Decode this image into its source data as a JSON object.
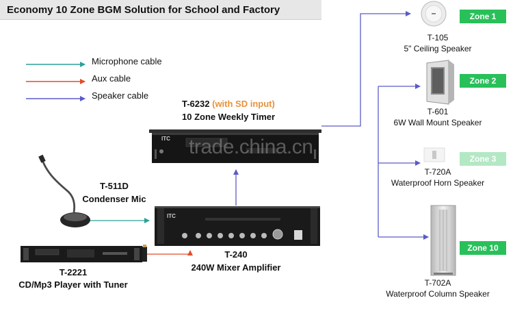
{
  "title": "Economy 10 Zone BGM Solution for School and Factory",
  "legend": [
    {
      "label": "Microphone cable",
      "color": "#2aa198"
    },
    {
      "label": "Aux cable",
      "color": "#e24b2c"
    },
    {
      "label": "Speaker cable",
      "color": "#5a5ac8"
    }
  ],
  "devices": {
    "timer": {
      "model": "T-6232",
      "note": "(with SD input)",
      "name": "10 Zone Weekly Timer"
    },
    "mic": {
      "model": "T-511D",
      "name": "Condenser Mic"
    },
    "player": {
      "model": "T-2221",
      "name": "CD/Mp3 Player with Tuner"
    },
    "amp": {
      "model": "T-240",
      "name": "240W Mixer Amplifier"
    }
  },
  "brand_mark": "ITC",
  "speakers": [
    {
      "model": "T-105",
      "name": "5\" Ceiling Speaker",
      "zone": "Zone 1"
    },
    {
      "model": "T-601",
      "name": "6W Wall Mount Speaker",
      "zone": "Zone 2"
    },
    {
      "model": "T-720A",
      "name": "Waterproof Horn Speaker",
      "zone": "Zone 3"
    },
    {
      "model": "T-702A",
      "name": "Waterproof Column Speaker",
      "zone": "Zone 10"
    }
  ],
  "watermark": "trade.china.cn"
}
